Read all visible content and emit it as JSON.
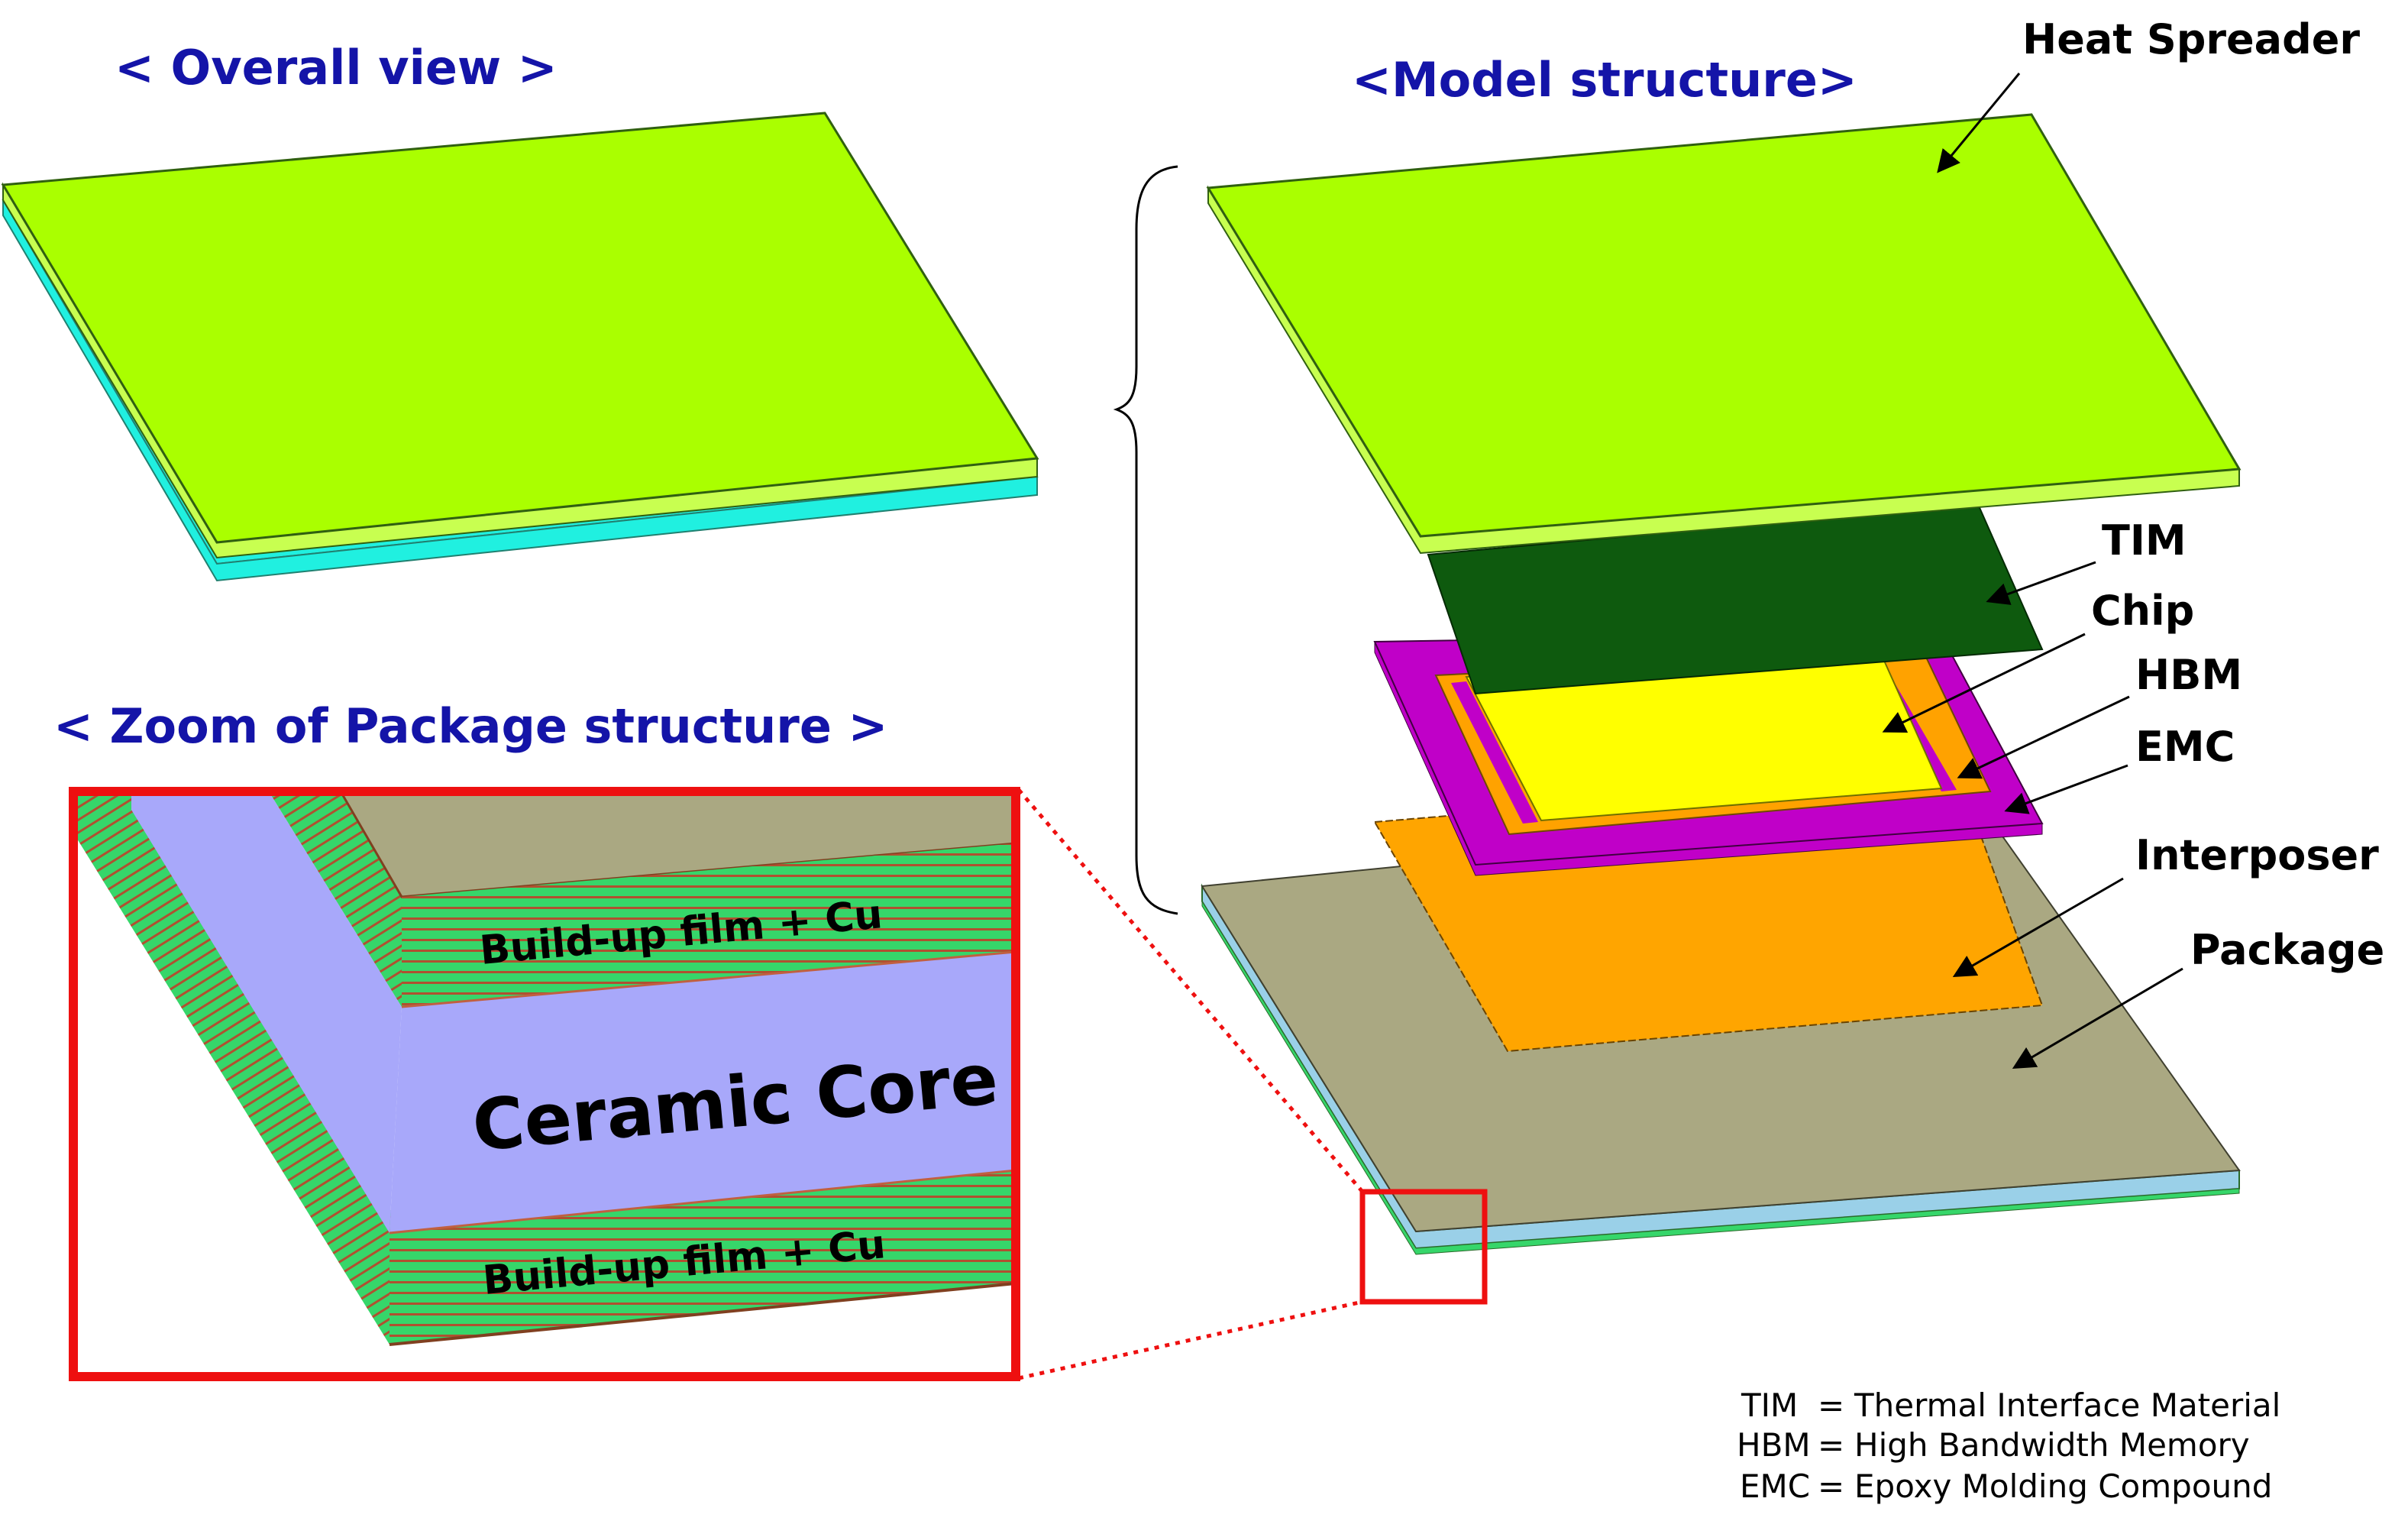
{
  "titles": {
    "overall": "< Overall view >",
    "model": "<Model structure>",
    "zoom": "< Zoom of Package structure >"
  },
  "labels": {
    "heat_spreader": "Heat Spreader",
    "tim": "TIM",
    "chip": "Chip",
    "hbm": "HBM",
    "emc": "EMC",
    "interposer": "Interposer",
    "package": "Package"
  },
  "zoom": {
    "buildup_top": "Build-up film + Cu",
    "ceramic_core": "Ceramic Core",
    "buildup_bottom": "Build-up film + Cu"
  },
  "legend": [
    {
      "abbr": "TIM",
      "eq": "=",
      "meaning": "Thermal Interface Material"
    },
    {
      "abbr": "HBM",
      "eq": "=",
      "meaning": "High Bandwidth Memory"
    },
    {
      "abbr": "EMC",
      "eq": "=",
      "meaning": "Epoxy Molding Compound"
    }
  ],
  "colors": {
    "title_blue": "#1414a8",
    "heat_spreader": "#aaff00",
    "heat_spreader_side": "#c8ff50",
    "base_cyan": "#20f0e0",
    "tim": "#0e5a0e",
    "emc": "#c000c8",
    "hbm": "#ffa200",
    "chip": "#ffff00",
    "interposer": "#ffa500",
    "package": "#aaa882",
    "package_edge_blue": "#9ad0e8",
    "buildup_green": "#36d66a",
    "cu_stripe": "#b05030",
    "ceramic": "#a8a8fa",
    "zoom_red": "#ee1010"
  }
}
